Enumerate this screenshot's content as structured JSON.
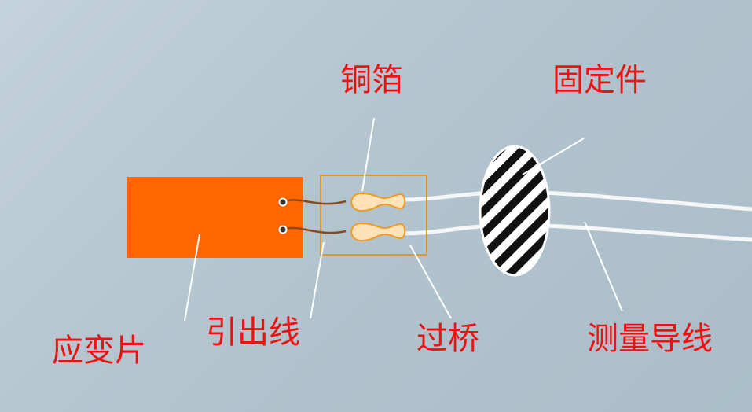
{
  "labels": {
    "copper_foil": "铜箔",
    "fixture": "固定件",
    "strain_gauge": "应变片",
    "lead_wire": "引出线",
    "bridge": "过桥",
    "measuring_lead": "测量导线"
  },
  "colors": {
    "gauge": "#ff6600",
    "bridge_border": "#e8951e",
    "foil": "#ffe2b8",
    "label_text": "#ee1111",
    "wire": "#f4f6f8"
  }
}
